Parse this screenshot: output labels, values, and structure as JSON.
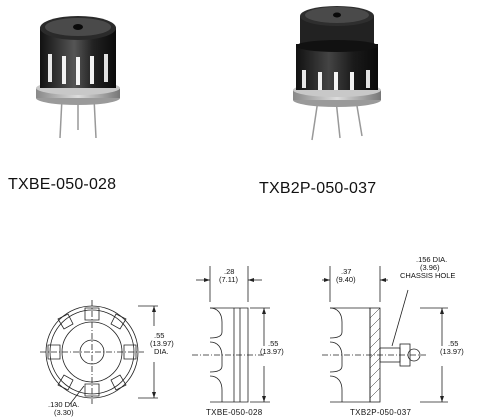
{
  "products": [
    {
      "part_number": "TXBE-050-028"
    },
    {
      "part_number": "TXB2P-050-037"
    }
  ],
  "drawings": {
    "top_view": {
      "dia_in": ".55",
      "dia_mm": "(13.97)",
      "dia_suffix": "DIA.",
      "hole_in": ".130 DIA.",
      "hole_mm": "(3.30)"
    },
    "side_view_1": {
      "width_in": ".28",
      "width_mm": "(7.11)",
      "height_in": ".55",
      "height_mm": "(13.97)",
      "caption": "TXBE-050-028"
    },
    "side_view_2": {
      "width_in": ".37",
      "width_mm": "(9.40)",
      "hole_in": ".156 DIA.",
      "hole_mm": "(3.96)",
      "hole_label": "CHASSIS HOLE",
      "height_in": ".55",
      "height_mm": "(13.97)",
      "caption": "TXB2P-050-037"
    }
  }
}
